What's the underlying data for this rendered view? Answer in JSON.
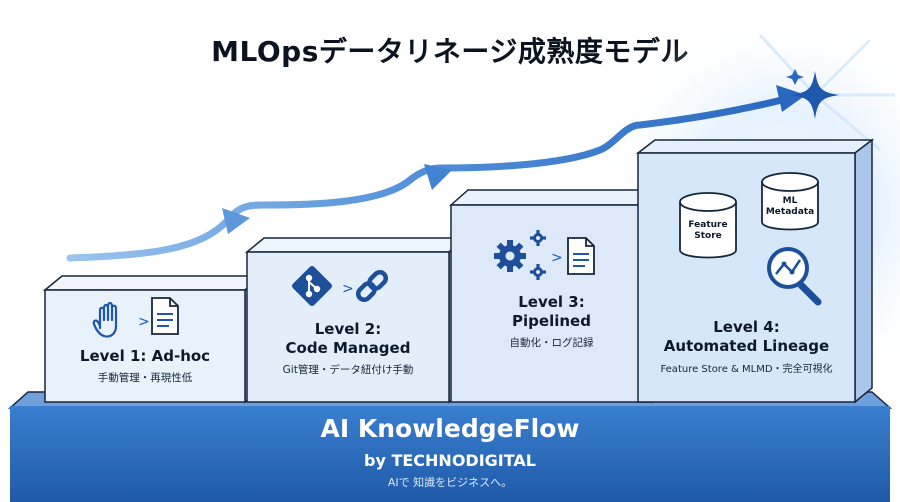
{
  "title": "MLOpsデータリネージ成熟度モデル",
  "levels": [
    {
      "title": "Level 1: Ad-hoc",
      "subtitle": "手動管理・再現性低"
    },
    {
      "title": "Level 2:",
      "title2": "Code Managed",
      "subtitle": "Git管理・データ紐付け手動"
    },
    {
      "title": "Level 3:",
      "title2": "Pipelined",
      "subtitle": "自動化・ログ記録"
    },
    {
      "title": "Level 4:",
      "title2": "Automated Lineage",
      "subtitle": "Feature Store & MLMD・完全可視化"
    }
  ],
  "icons": {
    "level1": [
      "hand-icon",
      "document-icon"
    ],
    "level2": [
      "git-icon",
      "link-icon"
    ],
    "level3": [
      "gears-icon",
      "document-icon"
    ],
    "level4": [
      "database-icon",
      "magnifier-chart-icon"
    ]
  },
  "level4_databases": {
    "feature_store": "Feature\nStore",
    "ml_metadata": "ML\nMetadata"
  },
  "brand": {
    "name": "AI KnowledgeFlow",
    "by": "by TECHNODIGITAL",
    "tagline": "AIで 知識をビジネスへ。"
  },
  "colors": {
    "primary_blue": "#2f6fbf",
    "base_blue": "#2b6cc0",
    "light_block": "#e9f1fb",
    "outline": "#16263d"
  }
}
